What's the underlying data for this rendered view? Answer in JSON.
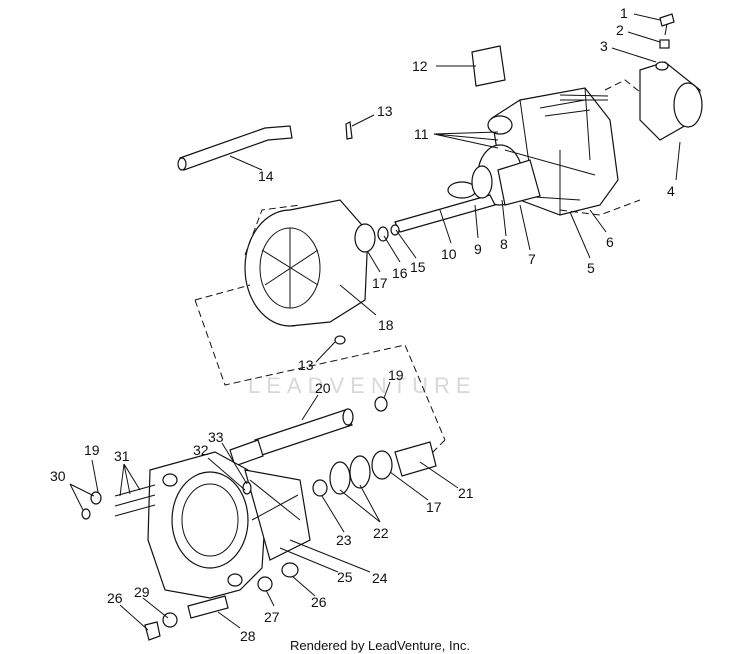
{
  "watermark": "LEADVENTURE",
  "footer": "Rendered by LeadVenture, Inc.",
  "callouts": [
    "1",
    "2",
    "3",
    "4",
    "5",
    "6",
    "7",
    "8",
    "9",
    "10",
    "11",
    "12",
    "13",
    "14",
    "13",
    "15",
    "16",
    "17",
    "18",
    "19",
    "20",
    "19",
    "30",
    "31",
    "33",
    "32",
    "21",
    "17",
    "22",
    "23",
    "25",
    "24",
    "26",
    "29",
    "27",
    "26",
    "28"
  ]
}
